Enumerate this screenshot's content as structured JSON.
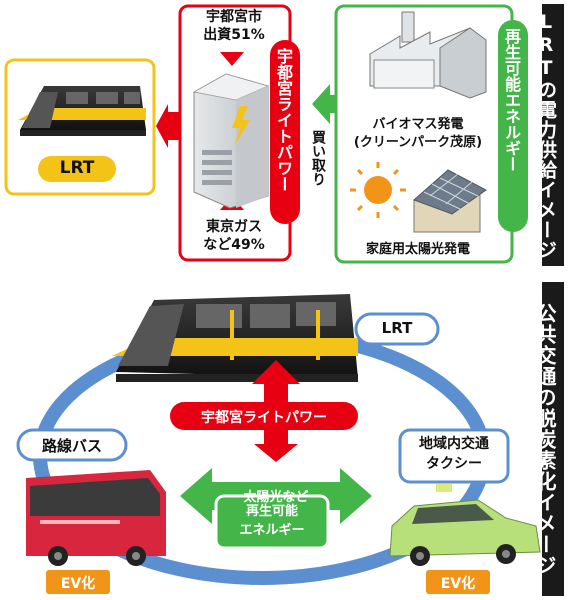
{
  "section1": {
    "title": "LRTの電力供給イメージ",
    "lrt_label": "LRT",
    "utsunomiya_share": "宇都宮市\n出資51%",
    "tokyogas_share": "東京ガス\nなど49%",
    "company_vertical": "宇都宮ライトパワー",
    "buy_label": "買い取り",
    "renewable_vertical": "再生可能エネルギー",
    "biomass_label": "バイオマス発電\n(クリーンパーク茂原)",
    "solar_home_label": "家庭用太陽光発電"
  },
  "section2": {
    "title": "公共交通の脱炭素化イメージ",
    "lrt_label": "LRT",
    "company_banner": "宇都宮ライトパワー",
    "bus_label": "路線バス",
    "taxi_label": "地域内交通\nタクシー",
    "solar_label": "太陽光など",
    "renewable_label": "再生可能\nエネルギー",
    "ev_bus": "EV化",
    "ev_taxi": "EV化"
  },
  "colors": {
    "yellow": "#f3c318",
    "red": "#e60012",
    "green": "#44b549",
    "blue": "#5b8fd0",
    "orange": "#f29418"
  }
}
